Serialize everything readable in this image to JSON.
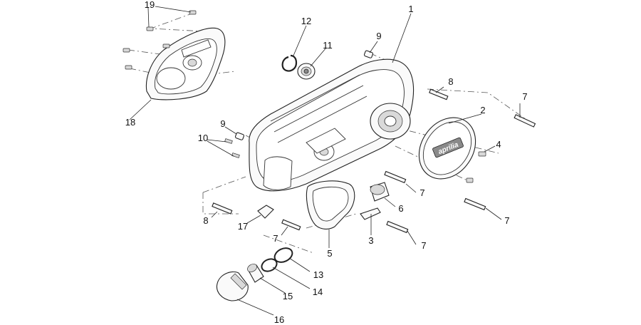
{
  "diagram": {
    "brand_text": "aprilia",
    "callouts": [
      {
        "id": "c1",
        "text": "1"
      },
      {
        "id": "c2",
        "text": "2"
      },
      {
        "id": "c3",
        "text": "3"
      },
      {
        "id": "c4",
        "text": "4"
      },
      {
        "id": "c5",
        "text": "5"
      },
      {
        "id": "c6",
        "text": "6"
      },
      {
        "id": "c7a",
        "text": "7"
      },
      {
        "id": "c7b",
        "text": "7"
      },
      {
        "id": "c7c",
        "text": "7"
      },
      {
        "id": "c7d",
        "text": "7"
      },
      {
        "id": "c7e",
        "text": "7"
      },
      {
        "id": "c8a",
        "text": "8"
      },
      {
        "id": "c8b",
        "text": "8"
      },
      {
        "id": "c9a",
        "text": "9"
      },
      {
        "id": "c9b",
        "text": "9"
      },
      {
        "id": "c10",
        "text": "10"
      },
      {
        "id": "c11",
        "text": "11"
      },
      {
        "id": "c12",
        "text": "12"
      },
      {
        "id": "c13",
        "text": "13"
      },
      {
        "id": "c14",
        "text": "14"
      },
      {
        "id": "c15",
        "text": "15"
      },
      {
        "id": "c16",
        "text": "16"
      },
      {
        "id": "c17",
        "text": "17"
      },
      {
        "id": "c18",
        "text": "18"
      },
      {
        "id": "c19",
        "text": "19"
      }
    ]
  }
}
